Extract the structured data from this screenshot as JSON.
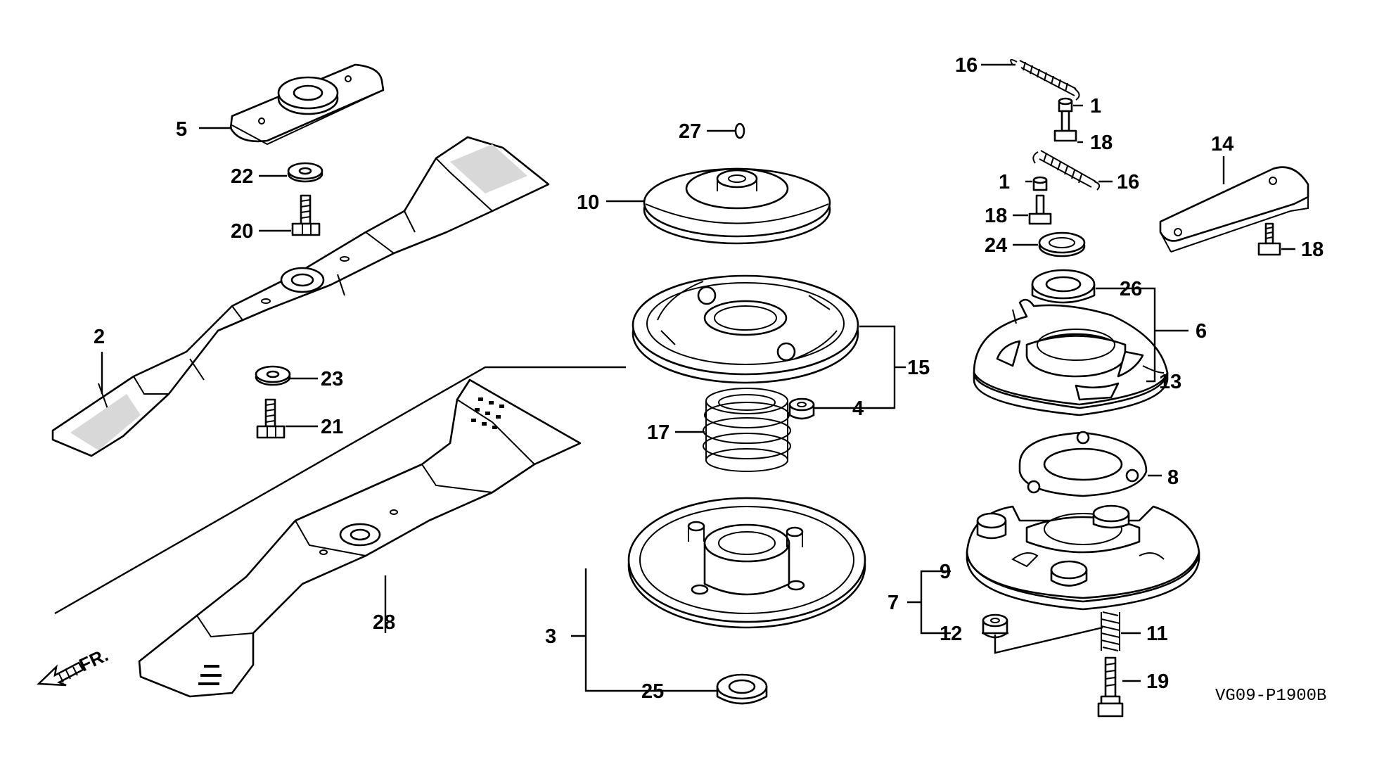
{
  "diagram": {
    "drawing_code": "VG09-P1900B",
    "front_marker": "FR.",
    "callouts": [
      {
        "id": "c1a",
        "text": "1"
      },
      {
        "id": "c1b",
        "text": "1"
      },
      {
        "id": "c2",
        "text": "2"
      },
      {
        "id": "c3",
        "text": "3"
      },
      {
        "id": "c4",
        "text": "4"
      },
      {
        "id": "c5",
        "text": "5"
      },
      {
        "id": "c6",
        "text": "6"
      },
      {
        "id": "c7",
        "text": "7"
      },
      {
        "id": "c8",
        "text": "8"
      },
      {
        "id": "c9",
        "text": "9"
      },
      {
        "id": "c10",
        "text": "10"
      },
      {
        "id": "c11",
        "text": "11"
      },
      {
        "id": "c12",
        "text": "12"
      },
      {
        "id": "c13",
        "text": "13"
      },
      {
        "id": "c14",
        "text": "14"
      },
      {
        "id": "c15",
        "text": "15"
      },
      {
        "id": "c16a",
        "text": "16"
      },
      {
        "id": "c16b",
        "text": "16"
      },
      {
        "id": "c17",
        "text": "17"
      },
      {
        "id": "c18a",
        "text": "18"
      },
      {
        "id": "c18b",
        "text": "18"
      },
      {
        "id": "c18c",
        "text": "18"
      },
      {
        "id": "c19",
        "text": "19"
      },
      {
        "id": "c20",
        "text": "20"
      },
      {
        "id": "c21",
        "text": "21"
      },
      {
        "id": "c22",
        "text": "22"
      },
      {
        "id": "c23",
        "text": "23"
      },
      {
        "id": "c24",
        "text": "24"
      },
      {
        "id": "c25",
        "text": "25"
      },
      {
        "id": "c26",
        "text": "26"
      },
      {
        "id": "c27",
        "text": "27"
      },
      {
        "id": "c28",
        "text": "28"
      }
    ]
  }
}
